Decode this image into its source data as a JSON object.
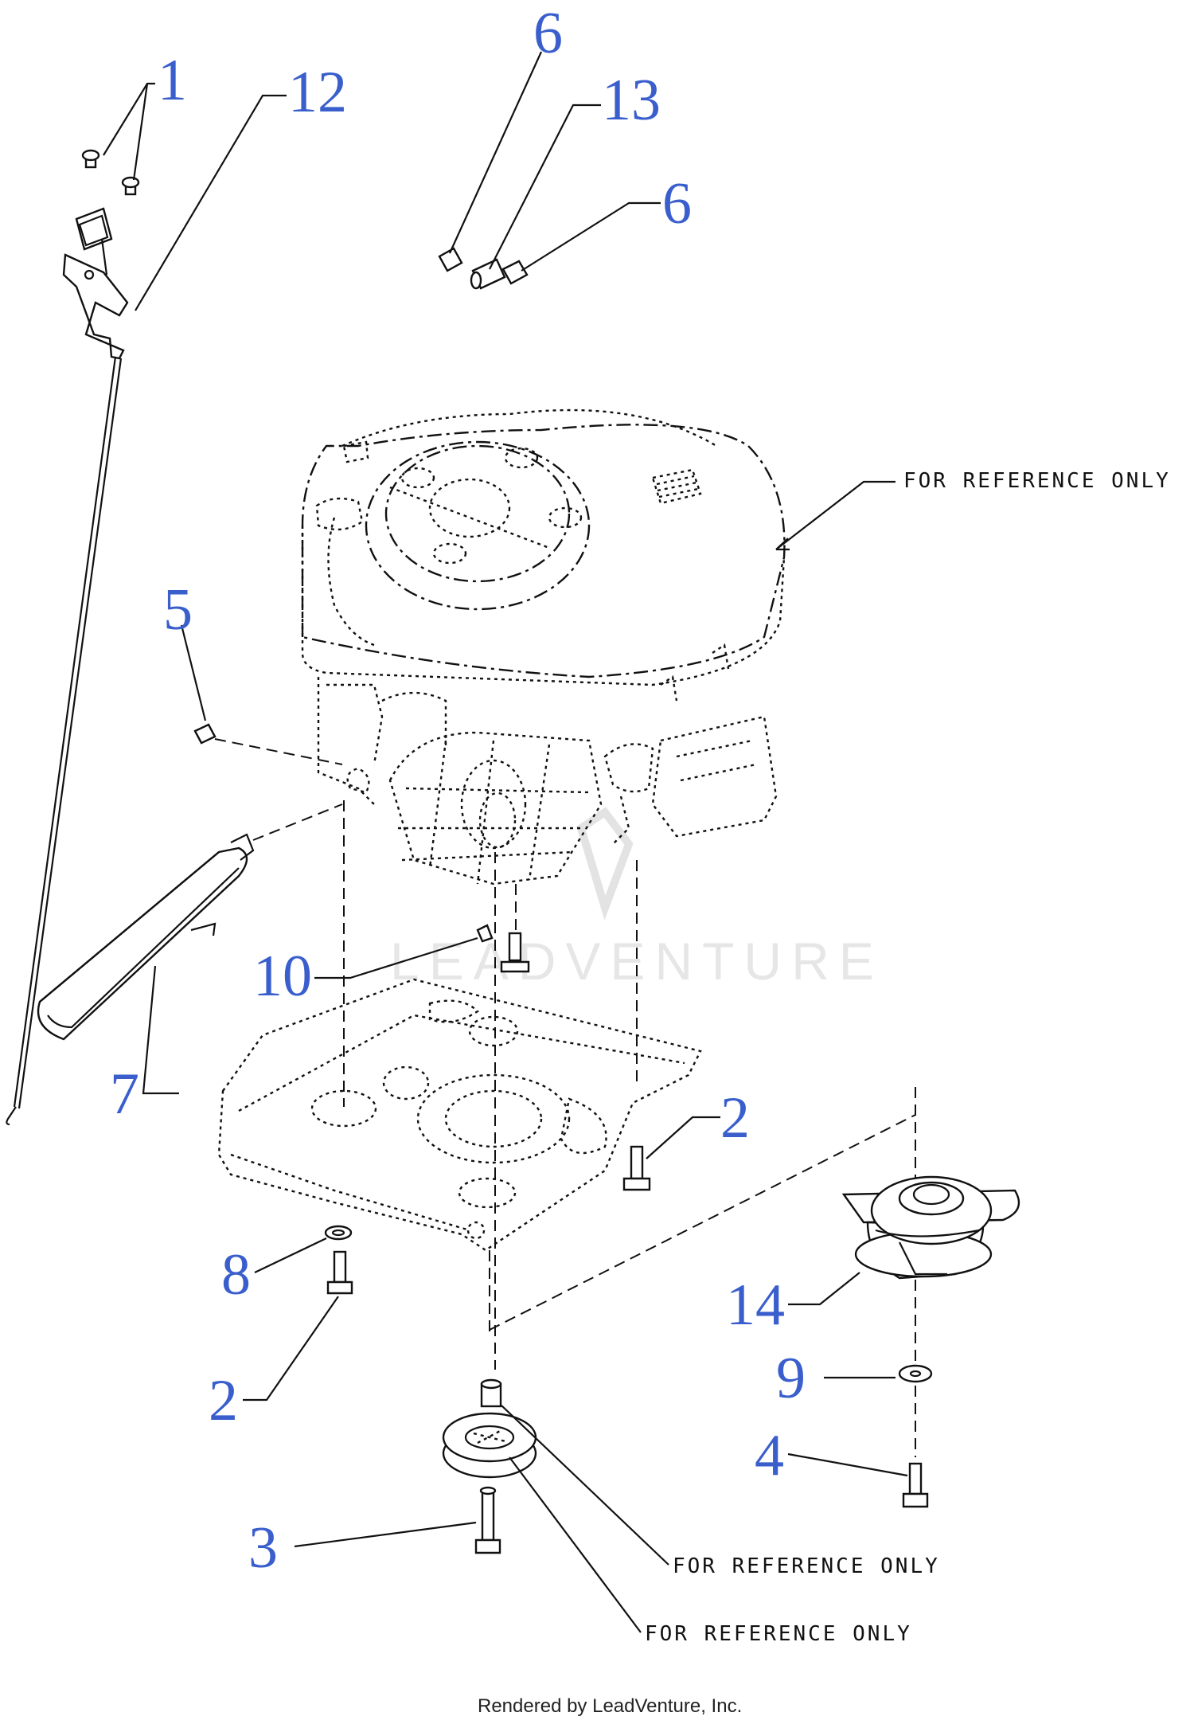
{
  "diagram": {
    "callouts": [
      {
        "id": "c1",
        "label": "1"
      },
      {
        "id": "c12",
        "label": "12"
      },
      {
        "id": "c6a",
        "label": "6"
      },
      {
        "id": "c13",
        "label": "13"
      },
      {
        "id": "c6b",
        "label": "6"
      },
      {
        "id": "c5",
        "label": "5"
      },
      {
        "id": "c10",
        "label": "10"
      },
      {
        "id": "c7",
        "label": "7"
      },
      {
        "id": "c2a",
        "label": "2"
      },
      {
        "id": "c8",
        "label": "8"
      },
      {
        "id": "c2b",
        "label": "2"
      },
      {
        "id": "c14",
        "label": "14"
      },
      {
        "id": "c9",
        "label": "9"
      },
      {
        "id": "c4",
        "label": "4"
      },
      {
        "id": "c3",
        "label": "3"
      }
    ],
    "reference_labels": [
      "FOR REFERENCE ONLY",
      "FOR REFERENCE ONLY",
      "FOR REFERENCE ONLY"
    ],
    "watermark": "LEADVENTURE",
    "footer": "Rendered by LeadVenture, Inc."
  }
}
